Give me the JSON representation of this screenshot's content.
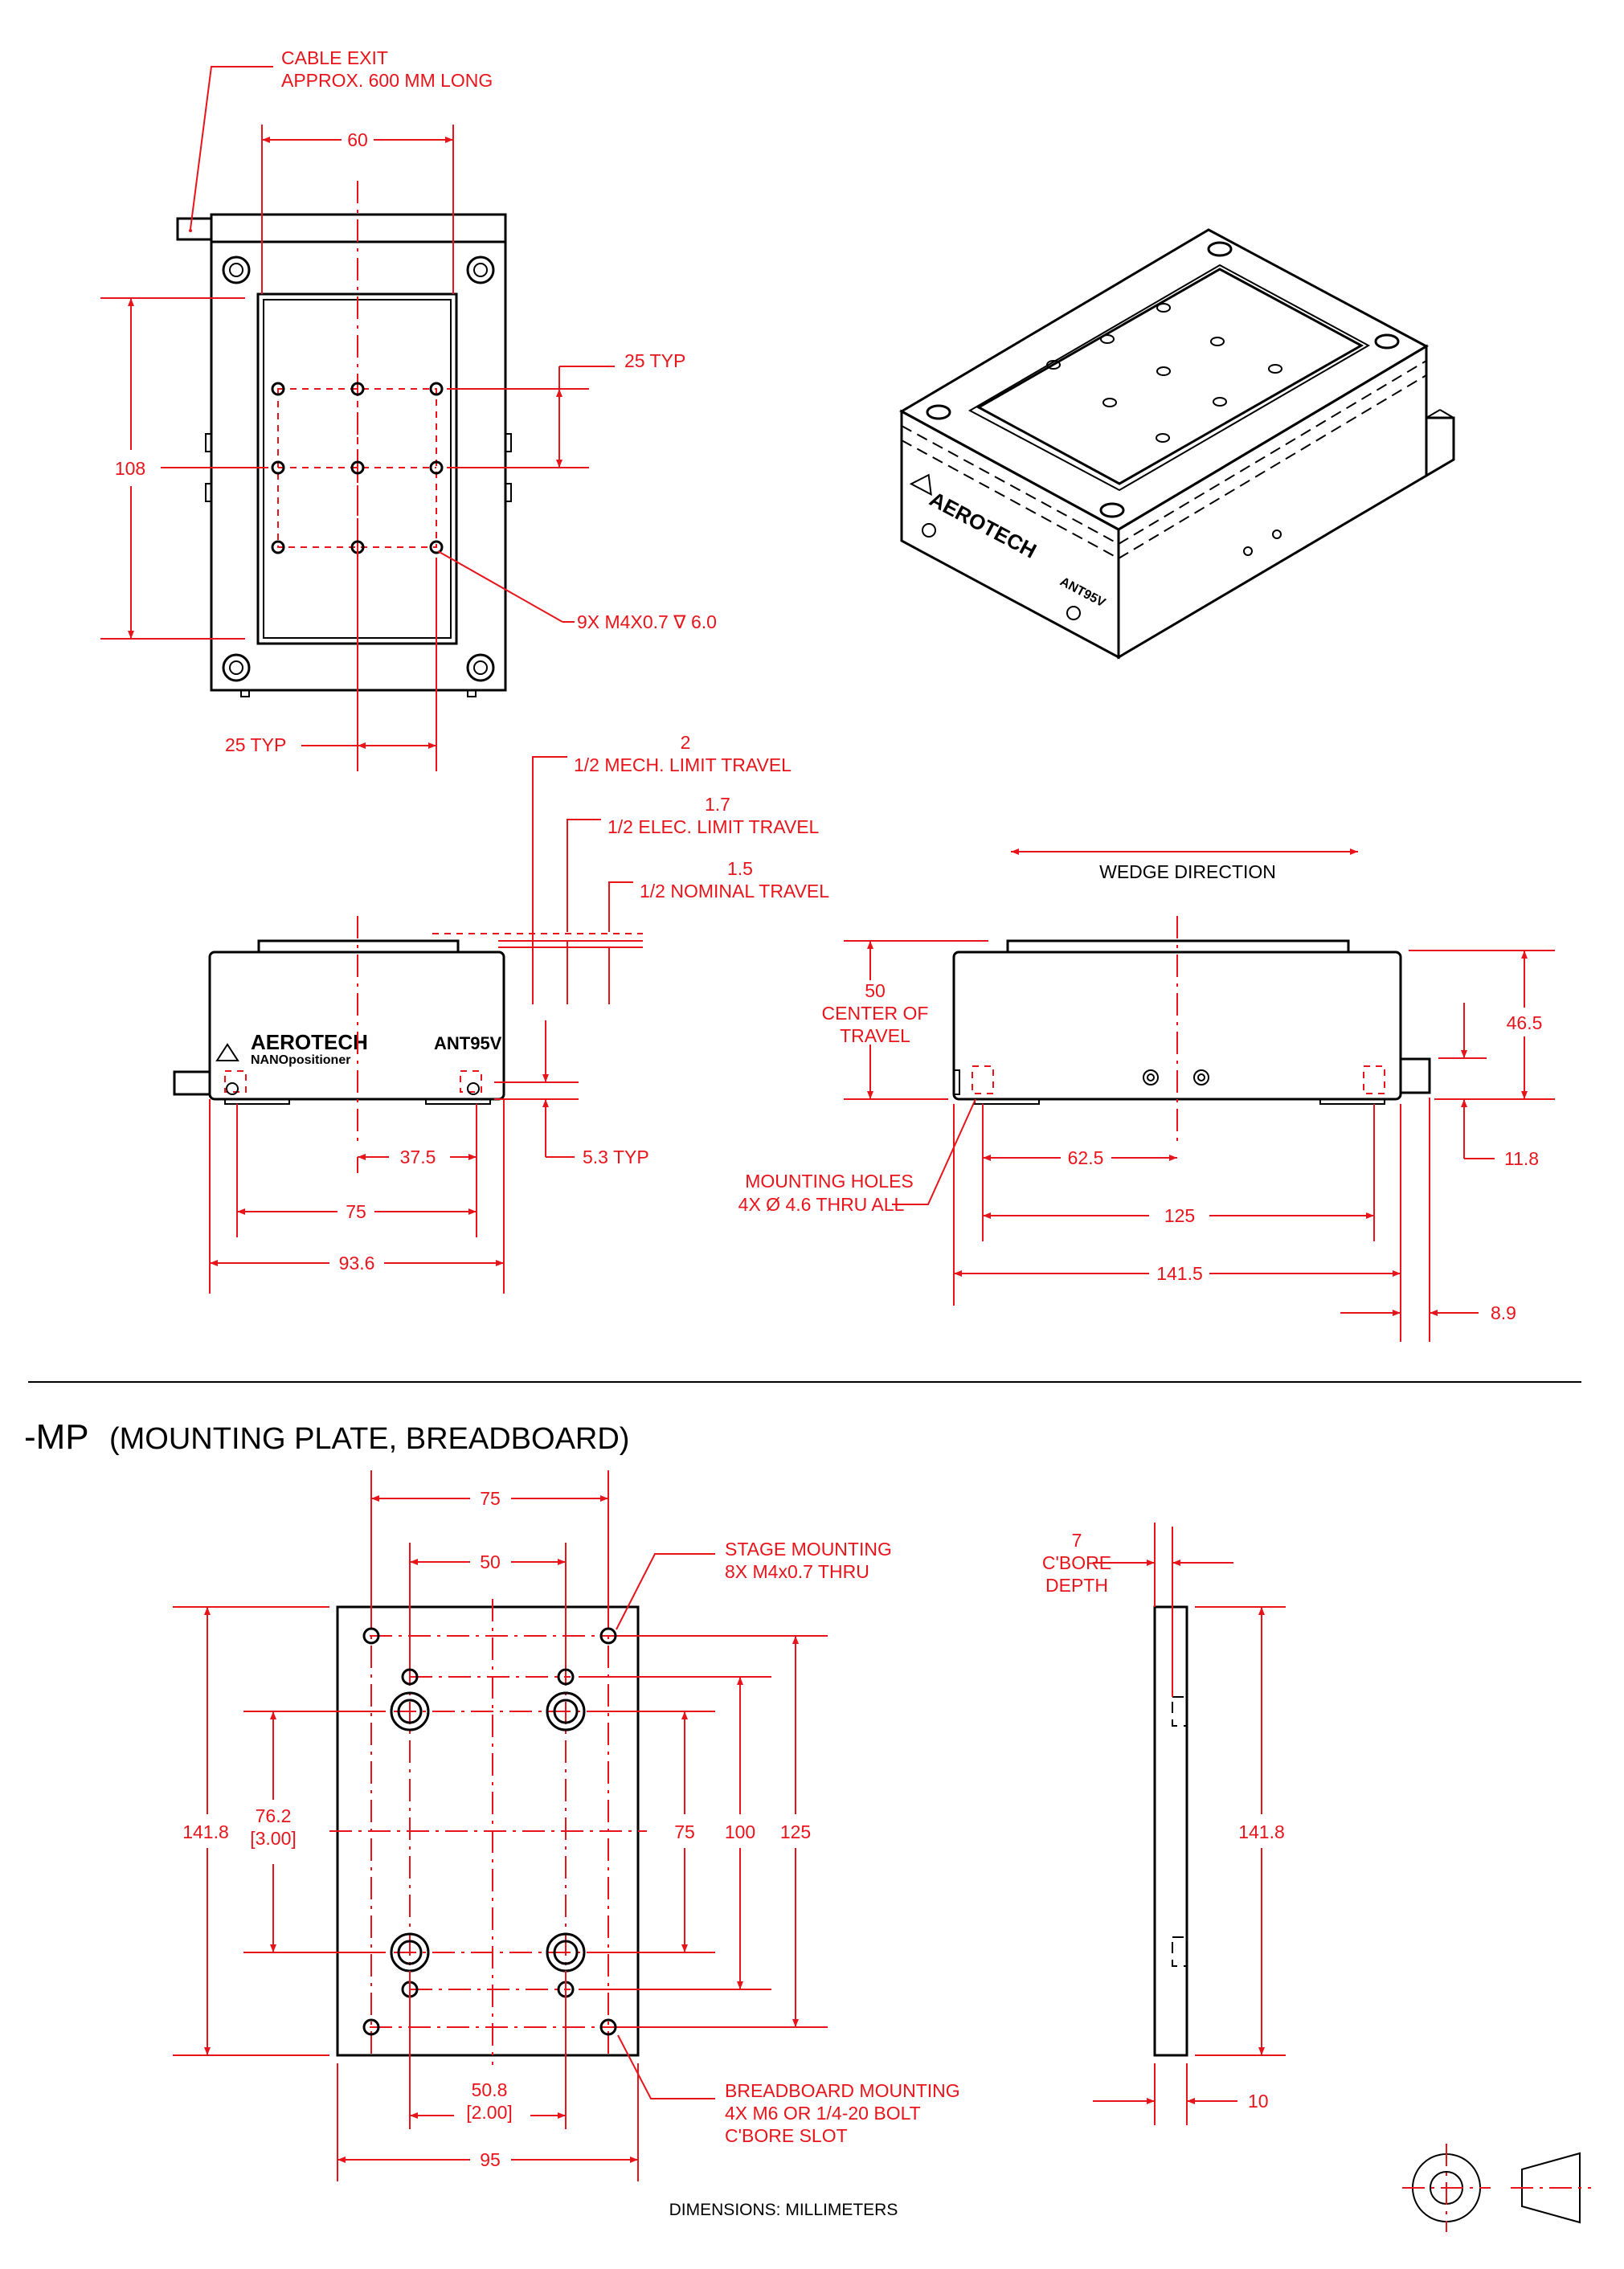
{
  "top_view": {
    "cable_exit_line1": "CABLE EXIT",
    "cable_exit_line2": "APPROX. 600 MM LONG",
    "dim_width": "60",
    "dim_length": "108",
    "dim_hole_pitch_v": "25 TYP",
    "dim_hole_pitch_h": "25 TYP",
    "holes_note": "9X M4X0.7 ∇ 6.0"
  },
  "travel_notes": {
    "mech_value": "2",
    "mech_label": "1/2 MECH. LIMIT TRAVEL",
    "elec_value": "1.7",
    "elec_label": "1/2 ELEC. LIMIT TRAVEL",
    "nominal_value": "1.5",
    "nominal_label": "1/2 NOMINAL TRAVEL"
  },
  "front_view": {
    "brand": "AEROTECH",
    "brand_sub": "NANOpositioner",
    "model": "ANT95V",
    "dim_37_5": "37.5",
    "dim_75": "75",
    "dim_93_6": "93.6",
    "dim_5_3": "5.3 TYP"
  },
  "side_view": {
    "wedge_direction": "WEDGE DIRECTION",
    "center_value": "50",
    "center_label1": "CENTER OF",
    "center_label2": "TRAVEL",
    "dim_46_5": "46.5",
    "dim_11_8": "11.8",
    "mounting_holes1": "MOUNTING HOLES",
    "mounting_holes2": "4X Ø 4.6 THRU ALL",
    "dim_62_5": "62.5",
    "dim_125": "125",
    "dim_141_5": "141.5",
    "dim_8_9": "8.9"
  },
  "mp_section": {
    "title_prefix": "-MP",
    "title_rest": "(MOUNTING PLATE, BREADBOARD)",
    "dim_75_top": "75",
    "dim_50_top": "50",
    "stage_mount1": "STAGE MOUNTING",
    "stage_mount2": "8X M4x0.7 THRU",
    "dim_141_8": "141.8",
    "dim_76_2": "76.2",
    "dim_3_00": "[3.00]",
    "dim_75_v": "75",
    "dim_100_v": "100",
    "dim_125_v": "125",
    "dim_50_8": "50.8",
    "dim_2_00": "[2.00]",
    "dim_95": "95",
    "bb_mount1": "BREADBOARD MOUNTING",
    "bb_mount2": "4X M6 OR 1/4-20 BOLT",
    "bb_mount3": "C'BORE SLOT",
    "cbore_value": "7",
    "cbore_label1": "C'BORE",
    "cbore_label2": "DEPTH",
    "side_141_8": "141.8",
    "side_10": "10"
  },
  "footer": {
    "units": "DIMENSIONS:  MILLIMETERS"
  }
}
